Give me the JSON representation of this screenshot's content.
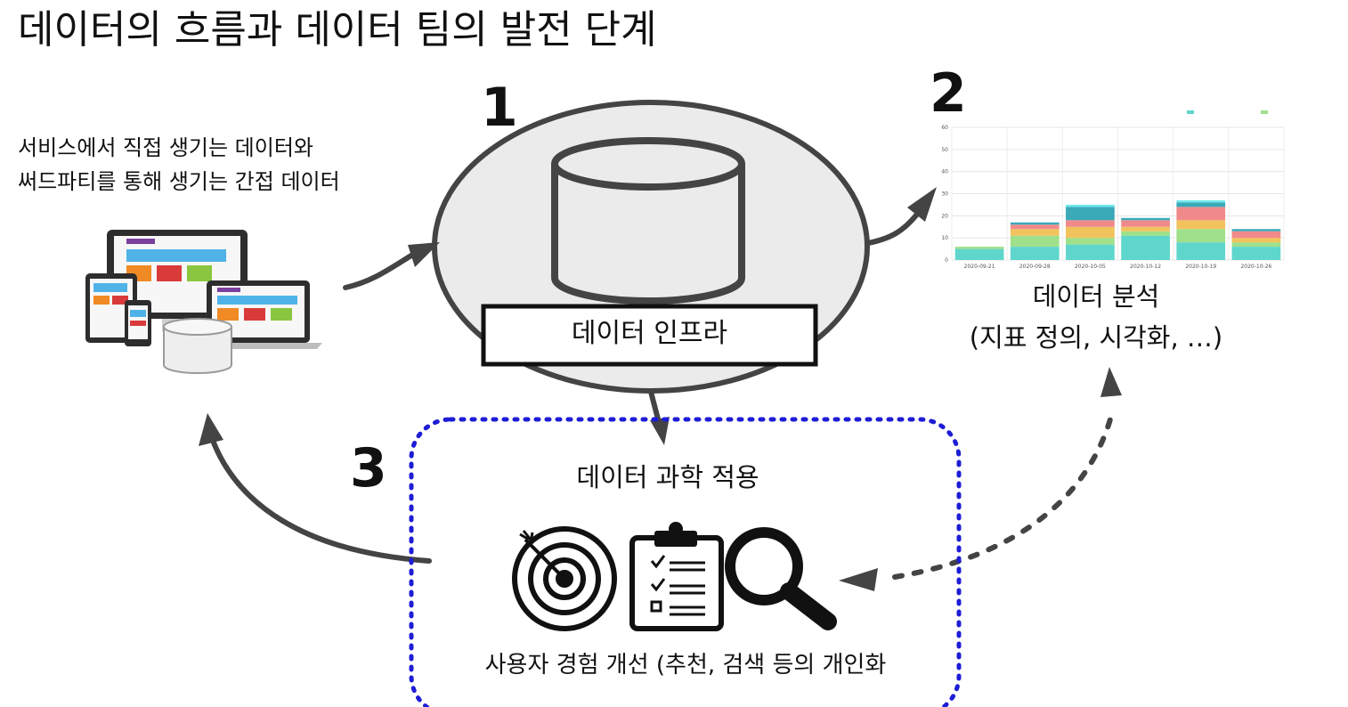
{
  "title": "데이터의 흐름과 데이터 팀의 발전 단계",
  "source": {
    "line1": "서비스에서 직접 생기는 데이터와",
    "line2": "써드파티를 통해 생기는 간접 데이터"
  },
  "steps": {
    "one": "1",
    "two": "2",
    "three": "3"
  },
  "infra": {
    "label": "데이터 인프라"
  },
  "analysis": {
    "line1": "데이터 분석",
    "line2": "(지표 정의, 시각화, …)"
  },
  "data_science": {
    "title": "데이터 과학 적용",
    "caption": "사용자 경험 개선 (추천, 검색 등의 개인화"
  },
  "icons": [
    "devices-icon",
    "database-icon",
    "target-icon",
    "checklist-icon",
    "magnifier-icon"
  ],
  "colors": {
    "loop_border": "#1d1dd6",
    "arrow": "#444444",
    "ellipse_fill": "#ebebeb"
  },
  "chart_data": {
    "type": "bar",
    "stacked": true,
    "categories": [
      "2020-09-21",
      "2020-09-28",
      "2020-10-05",
      "2020-10-12",
      "2020-10-19",
      "2020-10-26"
    ],
    "ylim": [
      0,
      60
    ],
    "yticks": [
      0,
      10,
      20,
      30,
      40,
      50,
      60
    ],
    "grid": true,
    "legend": "top-right",
    "series": [
      {
        "color": "#5fd6cc",
        "values": [
          5,
          6,
          7,
          11,
          8,
          6
        ]
      },
      {
        "color": "#9fe08a",
        "values": [
          1,
          5,
          3,
          2,
          6,
          2
        ]
      },
      {
        "color": "#f2c25c",
        "values": [
          0,
          3,
          5,
          2,
          4,
          2
        ]
      },
      {
        "color": "#f08a8a",
        "values": [
          0,
          2,
          3,
          3,
          6,
          3
        ]
      },
      {
        "color": "#3aa9b8",
        "values": [
          0,
          1,
          6,
          1,
          2,
          1
        ]
      },
      {
        "color": "#6fe7ec",
        "values": [
          0,
          0,
          1,
          0,
          1,
          0
        ]
      }
    ]
  }
}
